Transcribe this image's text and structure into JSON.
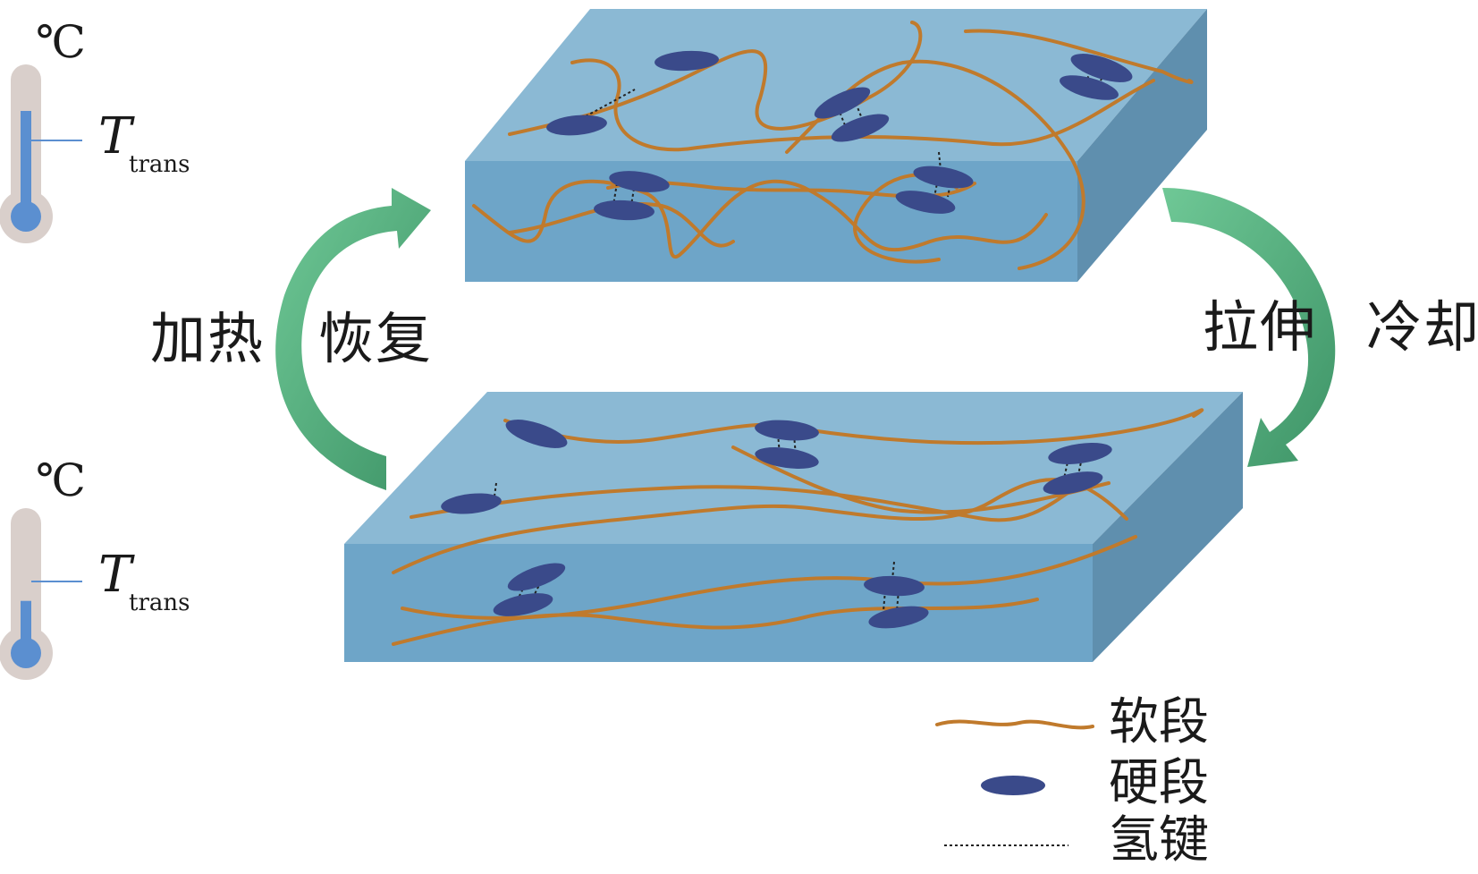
{
  "unit_symbol": "℃",
  "temperature_symbol": "T",
  "temperature_subscript": "trans",
  "process_labels": {
    "left_a": "加热",
    "left_b": "恢复",
    "right_a": "拉伸",
    "right_b": "冷却"
  },
  "legend": {
    "soft_segment": "软段",
    "hard_segment": "硬段",
    "hydrogen_bond": "氢键"
  },
  "colors": {
    "block_top": "#8bb9d4",
    "block_front": "#6ea5c8",
    "block_side": "#5f8fae",
    "chain": "#c07a2c",
    "hard_segment": "#3a4a8a",
    "arrow": "#4fb07a",
    "thermometer_tube": "#d9cfcb",
    "mercury": "#5b8fd0"
  },
  "thermometers": {
    "top_level": 0.75,
    "bottom_level": 0.35
  }
}
